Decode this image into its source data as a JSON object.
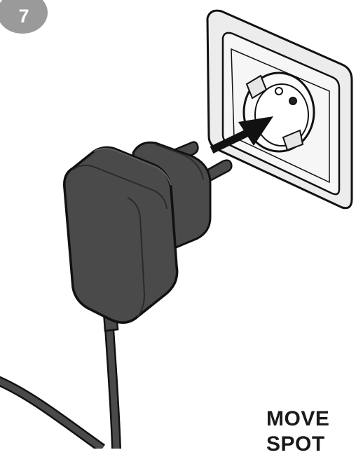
{
  "step": {
    "number": "7"
  },
  "label": {
    "line1": "MOVE",
    "line2": "SPOT"
  },
  "colors": {
    "adapter": "#4a4a4a",
    "outline": "#111111",
    "socket_plate": "#efefef",
    "badge": "#9a9a9a"
  }
}
